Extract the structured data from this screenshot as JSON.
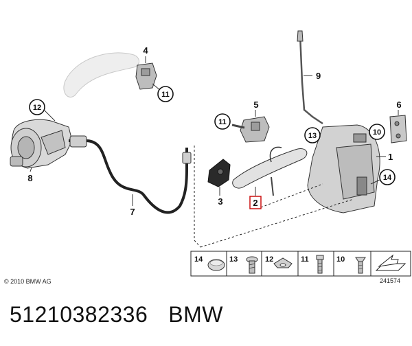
{
  "callouts": {
    "c1": "1",
    "c2": "2",
    "c3": "3",
    "c4": "4",
    "c5": "5",
    "c6": "6",
    "c7": "7",
    "c8": "8",
    "c9": "9",
    "c10": "10",
    "c11a": "11",
    "c11b": "11",
    "c12": "12",
    "c13": "13",
    "c14": "14"
  },
  "legend": {
    "items": [
      {
        "num": "14",
        "icon": "plug-icon"
      },
      {
        "num": "13",
        "icon": "torx-screw-icon"
      },
      {
        "num": "12",
        "icon": "grommet-icon"
      },
      {
        "num": "11",
        "icon": "bolt-icon"
      },
      {
        "num": "10",
        "icon": "countersunk-screw-icon"
      },
      {
        "num": "",
        "icon": "arrow-icon"
      }
    ]
  },
  "copyright": "© 2010 BMW AG",
  "diagram_ref": "241574",
  "caption": {
    "part_number": "51210382336",
    "brand": "BMW"
  }
}
